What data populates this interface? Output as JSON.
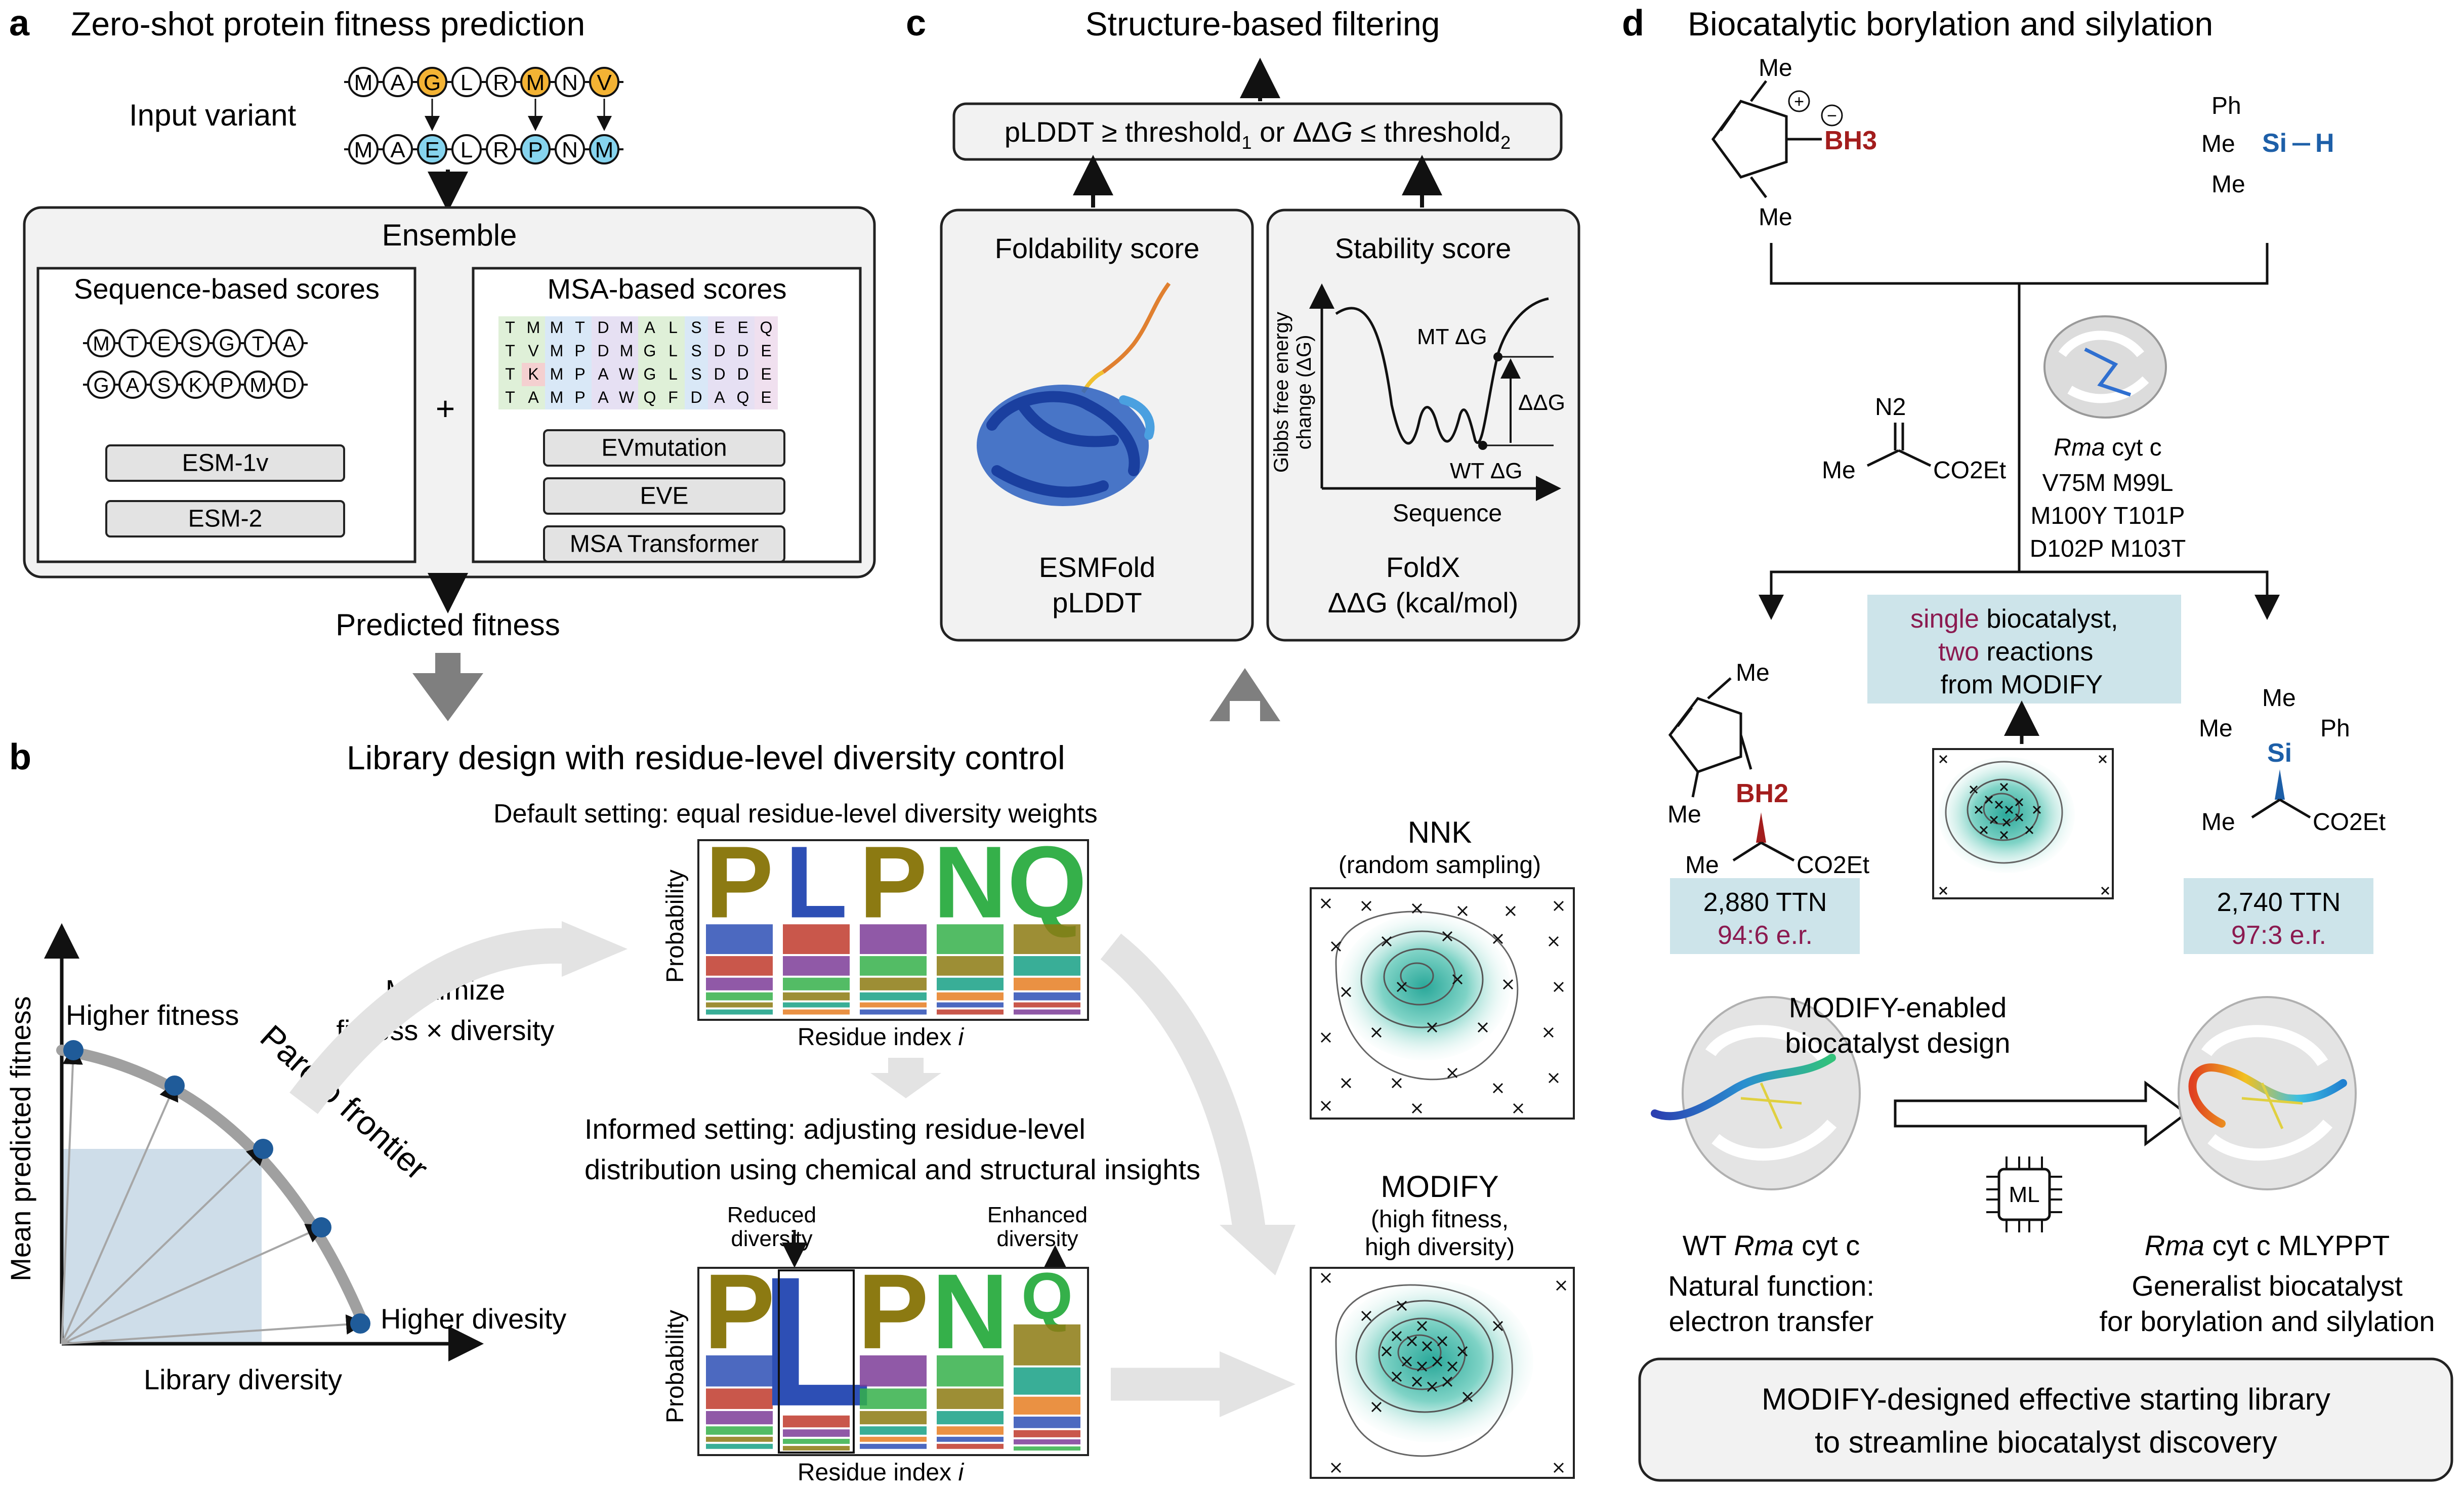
{
  "panel_labels": {
    "a": "a",
    "b": "b",
    "c": "c",
    "d": "d"
  },
  "panel_a": {
    "title": "Zero-shot protein fitness prediction",
    "input_variant": "Input variant",
    "wt_seq": [
      "M",
      "A",
      "G",
      "L",
      "R",
      "M",
      "N",
      "V"
    ],
    "mut_seq": [
      "M",
      "A",
      "E",
      "L",
      "R",
      "P",
      "N",
      "M"
    ],
    "mut_colors": {
      "wt_highlight": "#f3b334",
      "mut_highlight": "#86d4ee"
    },
    "ensemble": "Ensemble",
    "seq_box_title": "Sequence-based scores",
    "seq_row1": [
      "M",
      "T",
      "E",
      "S",
      "G",
      "T",
      "A"
    ],
    "seq_row2": [
      "G",
      "A",
      "S",
      "K",
      "P",
      "M",
      "D"
    ],
    "seq_models": [
      "ESM-1v",
      "ESM-2"
    ],
    "plus": "+",
    "msa_box_title": "MSA-based scores",
    "msa_rows": [
      [
        "T",
        "M",
        "M",
        "T",
        "D",
        "M",
        "A",
        "L",
        "S",
        "E",
        "E",
        "Q"
      ],
      [
        "T",
        "V",
        "M",
        "P",
        "D",
        "M",
        "G",
        "L",
        "S",
        "D",
        "D",
        "E"
      ],
      [
        "T",
        "K",
        "M",
        "P",
        "A",
        "W",
        "G",
        "L",
        "S",
        "D",
        "D",
        "E"
      ],
      [
        "T",
        "A",
        "M",
        "P",
        "A",
        "W",
        "Q",
        "F",
        "D",
        "A",
        "Q",
        "E"
      ]
    ],
    "msa_models": [
      "EVmutation",
      "EVE",
      "MSA Transformer"
    ],
    "predicted_fitness": "Predicted fitness"
  },
  "panel_b": {
    "title": "Library design with residue-level diversity control",
    "y_axis": "Mean predicted fitness",
    "x_axis": "Library diversity",
    "higher_fitness": "Higher fitness",
    "higher_diversity": "Higher divesity",
    "pareto": "Pareto frontier",
    "maximize1": "Maximize",
    "maximize2": "fitness × diversity",
    "default_setting": "Default setting: equal residue-level diversity weights",
    "informed1": "Informed setting: adjusting residue-level",
    "informed2": "distribution using chemical and structural insights",
    "probability": "Probability",
    "residue_index": "Residue index",
    "residue_i": "i",
    "logo_top": [
      "P",
      "L",
      "P",
      "N",
      "Q"
    ],
    "logo_bottom": [
      "P",
      "L",
      "P",
      "N",
      "Q"
    ],
    "reduced1": "Reduced",
    "reduced2": "diversity",
    "enhanced1": "Enhanced",
    "enhanced2": "diversity",
    "nnk_title": "NNK",
    "nnk_sub": "(random sampling)",
    "modify_title": "MODIFY",
    "modify_sub1": "(high fitness,",
    "modify_sub2": "high diversity)"
  },
  "panel_c": {
    "title": "Structure-based filtering",
    "filter_pre": "pLDDT ≥ threshold",
    "filter_sub1": "1",
    "filter_mid": " or ΔΔ",
    "filter_g": "G",
    "filter_post": " ≤ threshold",
    "filter_sub2": "2",
    "foldability": "Foldability score",
    "esmfold": "ESMFold",
    "plddt": "pLDDT",
    "stability": "Stability score",
    "gibbs_y1": "Gibbs free energy",
    "gibbs_y2": "change (ΔG)",
    "sequence": "Sequence",
    "mt_dg": "MT ΔG",
    "wt_dg": "WT ΔG",
    "ddg": "ΔΔG",
    "foldx": "FoldX",
    "foldx_unit": "ΔΔG (kcal/mol)"
  },
  "panel_d": {
    "title": "Biocatalytic borylation and silylation",
    "me": "Me",
    "bh3": "BH3",
    "bh2": "BH2",
    "ph": "Ph",
    "si": "Si",
    "h": "H",
    "n2": "N2",
    "co2et": "CO2Et",
    "rma": "Rma",
    "cytc": "cyt c",
    "mutations": [
      "V75M M99L",
      "M100Y T101P",
      "D102P M103T"
    ],
    "single": "single",
    "biocatalyst": "biocatalyst,",
    "two": "two",
    "reactions": "reactions",
    "from_modify": "from MODIFY",
    "ttn_left": "2,880 TTN",
    "er_left": "94:6 e.r.",
    "ttn_right": "2,740 TTN",
    "er_right": "97:3 e.r.",
    "enabled1": "MODIFY-enabled",
    "enabled2": "biocatalyst design",
    "ml": "ML",
    "wt_label": "WT",
    "natural1": "Natural function:",
    "natural2": "electron transfer",
    "mlyppt": "MLYPPT",
    "generalist1": "Generalist biocatalyst",
    "generalist2": "for borylation and silylation",
    "footer1": "MODIFY-designed effective starting library",
    "footer2": "to streamline biocatalyst discovery",
    "colors": {
      "boron": "#a31d1d",
      "silicon": "#1d5fa8",
      "highlight": "#8b1a50",
      "box": "#cde4ea"
    }
  }
}
